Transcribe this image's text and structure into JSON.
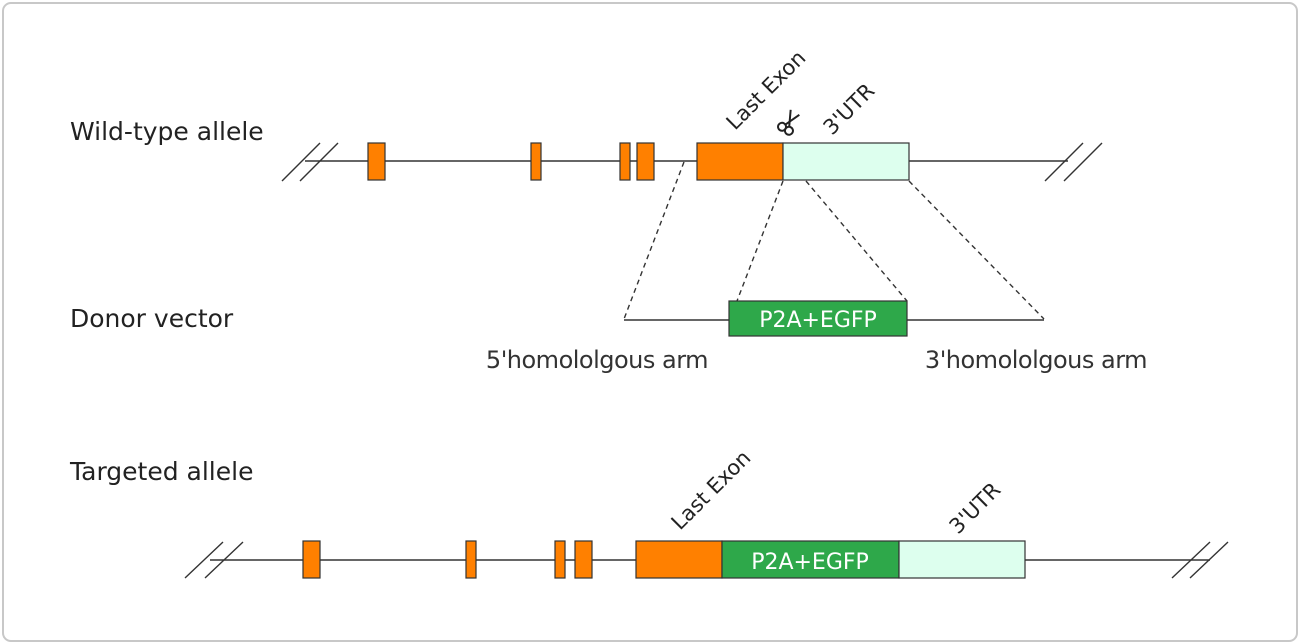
{
  "rows": {
    "wild_type": "Wild-type allele",
    "donor": "Donor vector",
    "targeted": "Targeted allele"
  },
  "features": {
    "last_exon": "Last Exon",
    "utr": "3'UTR",
    "insert": "P2A+EGFP",
    "arm5": "5'homololgous arm",
    "arm3": "3'homololgous arm"
  },
  "icons": {
    "cut_site": "scissors-icon"
  },
  "colors": {
    "exon": "#FF8000",
    "utr": "#DDFFEE",
    "insert": "#2EA84A",
    "frame": "#C8C8C8"
  }
}
